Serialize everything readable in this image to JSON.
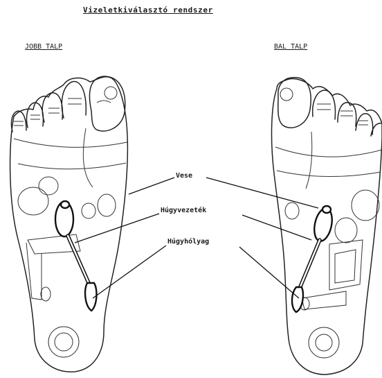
{
  "title": "Vizeletkiválasztó rendszer",
  "right_foot_label": "JOBB TALP",
  "left_foot_label": "BAL TALP",
  "labels": {
    "kidney": "Vese",
    "ureter": "Húgyvezeték",
    "bladder": "Húgyhólyag"
  }
}
